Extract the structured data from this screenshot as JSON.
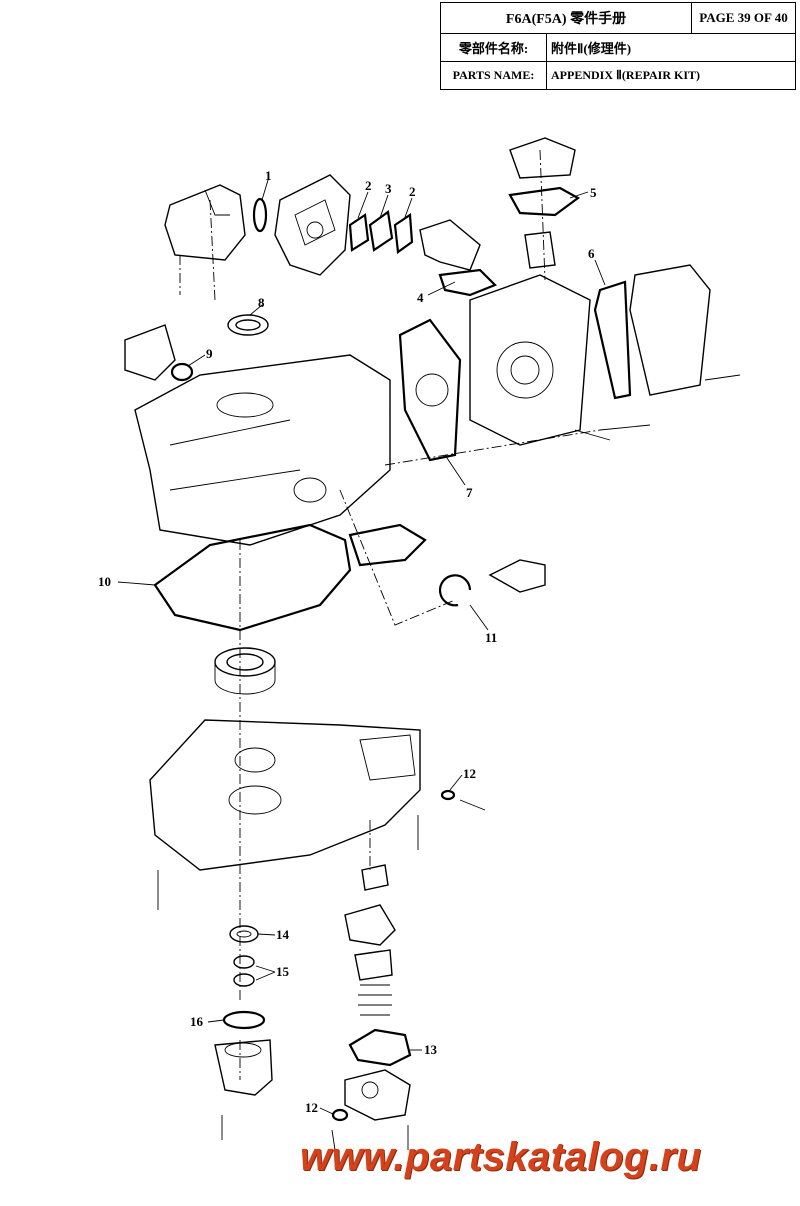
{
  "header": {
    "manual_title": "F6A(F5A) 零件手册",
    "page": "PAGE 39 OF 40",
    "cn_label": "零部件名称:",
    "cn_value": "附件Ⅱ(修理件)",
    "en_label": "PARTS NAME:",
    "en_value": "APPENDIX Ⅱ(REPAIR KIT)"
  },
  "callouts": {
    "c1": "1",
    "c2a": "2",
    "c3": "3",
    "c2b": "2",
    "c4": "4",
    "c5": "5",
    "c6": "6",
    "c7": "7",
    "c8": "8",
    "c9": "9",
    "c10": "10",
    "c11": "11",
    "c12a": "12",
    "c12b": "12",
    "c13": "13",
    "c14": "14",
    "c15": "15",
    "c16": "16"
  },
  "watermark": "www.partskatalog.ru"
}
